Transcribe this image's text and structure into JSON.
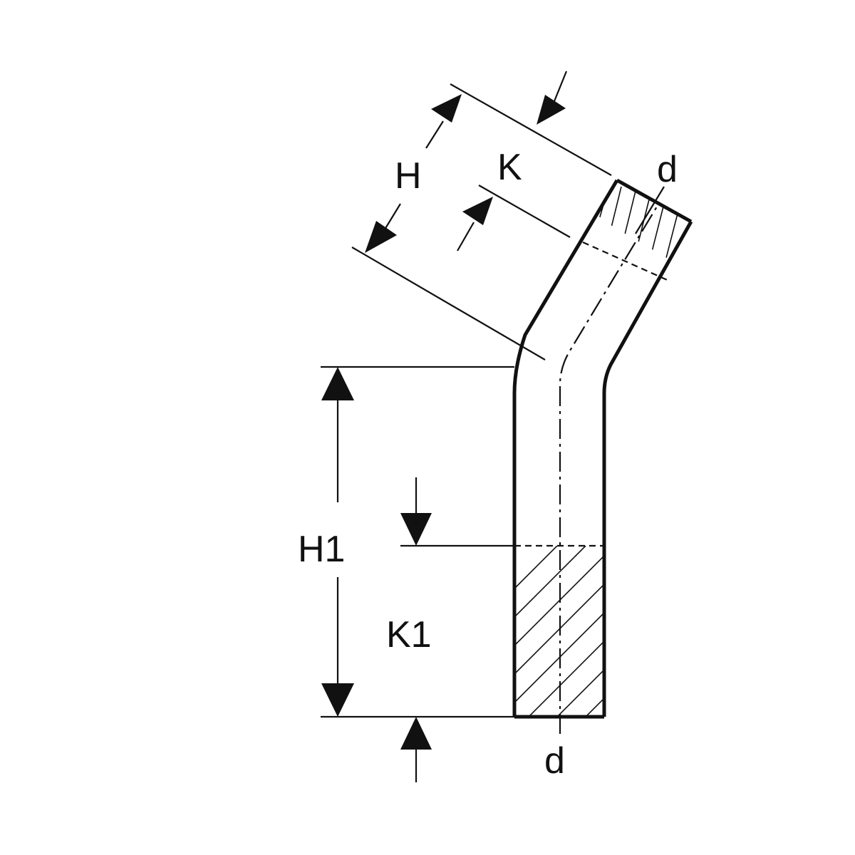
{
  "labels": {
    "h": "H",
    "k": "K",
    "d_top": "d",
    "h1": "H1",
    "k1": "K1",
    "d_bottom": "d"
  }
}
